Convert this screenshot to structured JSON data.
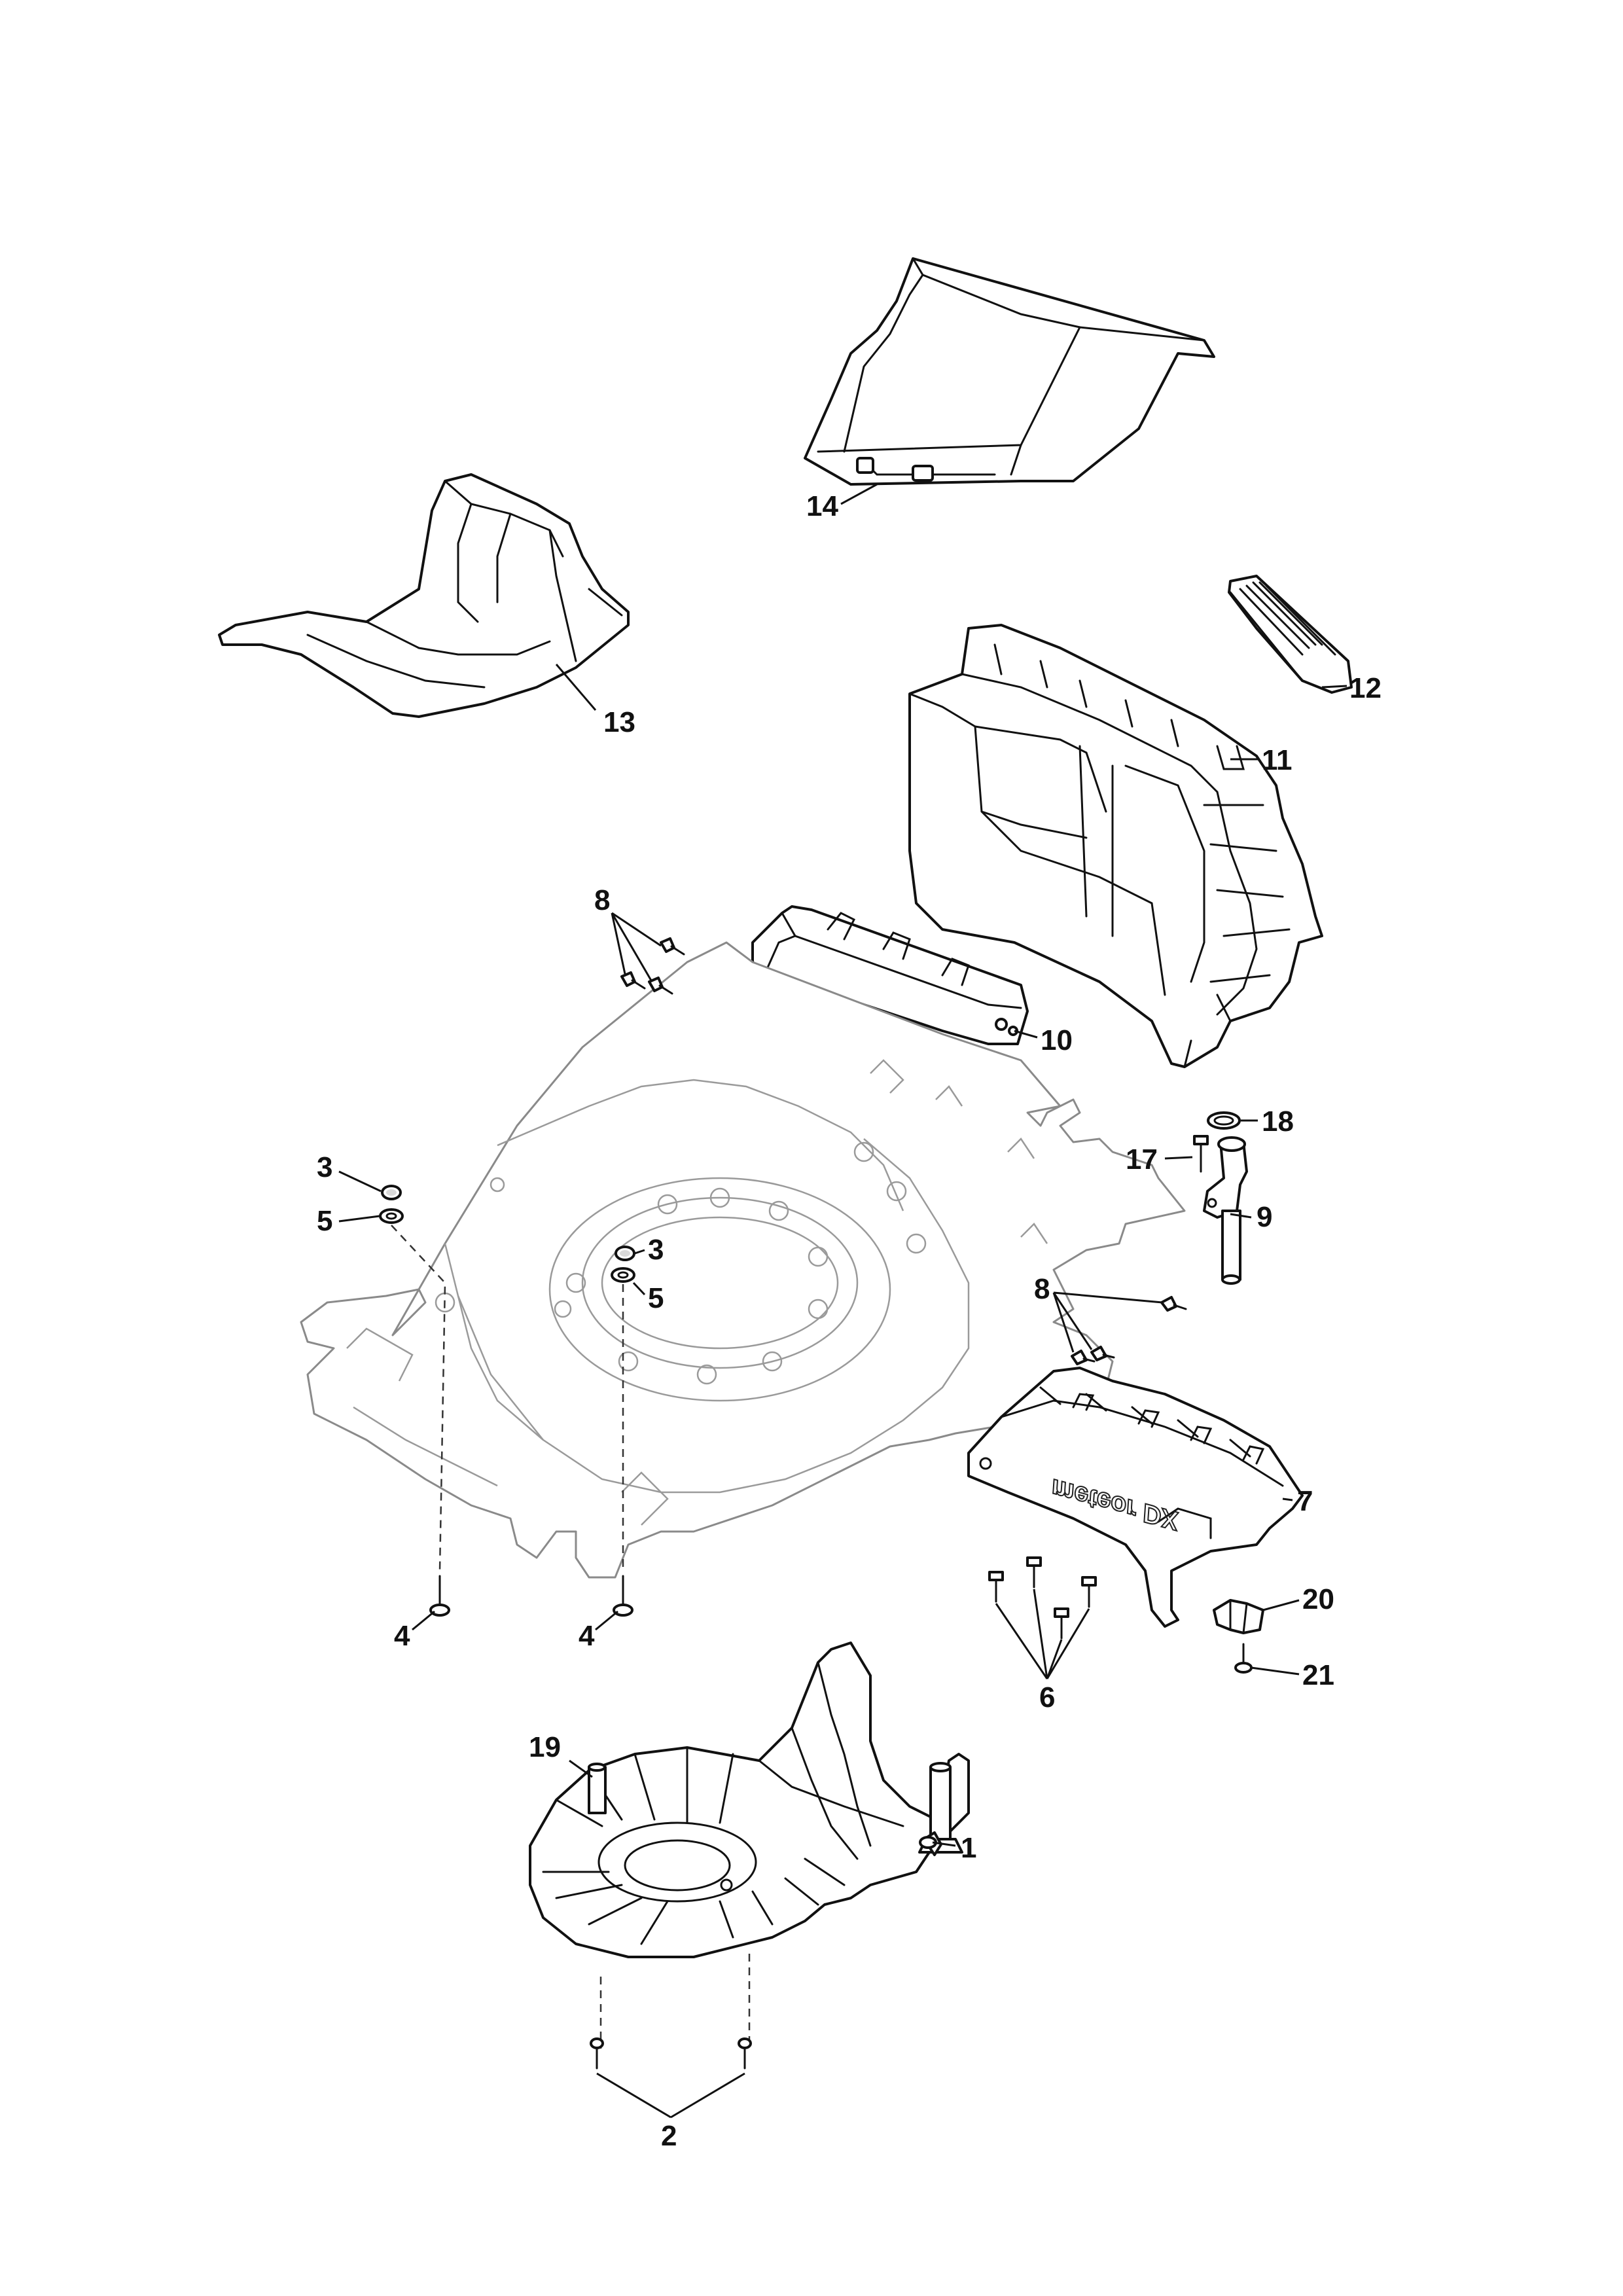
{
  "callouts": [
    {
      "id": "14",
      "text": "14"
    },
    {
      "id": "13",
      "text": "13"
    },
    {
      "id": "12",
      "text": "12"
    },
    {
      "id": "11",
      "text": "11"
    },
    {
      "id": "8a",
      "text": "8"
    },
    {
      "id": "10",
      "text": "10"
    },
    {
      "id": "18",
      "text": "18"
    },
    {
      "id": "17",
      "text": "17"
    },
    {
      "id": "9",
      "text": "9"
    },
    {
      "id": "3a",
      "text": "3"
    },
    {
      "id": "5a",
      "text": "5"
    },
    {
      "id": "3b",
      "text": "3"
    },
    {
      "id": "5b",
      "text": "5"
    },
    {
      "id": "8b",
      "text": "8"
    },
    {
      "id": "7",
      "text": "7"
    },
    {
      "id": "4a",
      "text": "4"
    },
    {
      "id": "4b",
      "text": "4"
    },
    {
      "id": "20",
      "text": "20"
    },
    {
      "id": "21",
      "text": "21"
    },
    {
      "id": "6",
      "text": "6"
    },
    {
      "id": "19",
      "text": "19"
    },
    {
      "id": "1",
      "text": "1"
    },
    {
      "id": "2",
      "text": "2"
    }
  ],
  "deflector_logo": "meteor DX"
}
